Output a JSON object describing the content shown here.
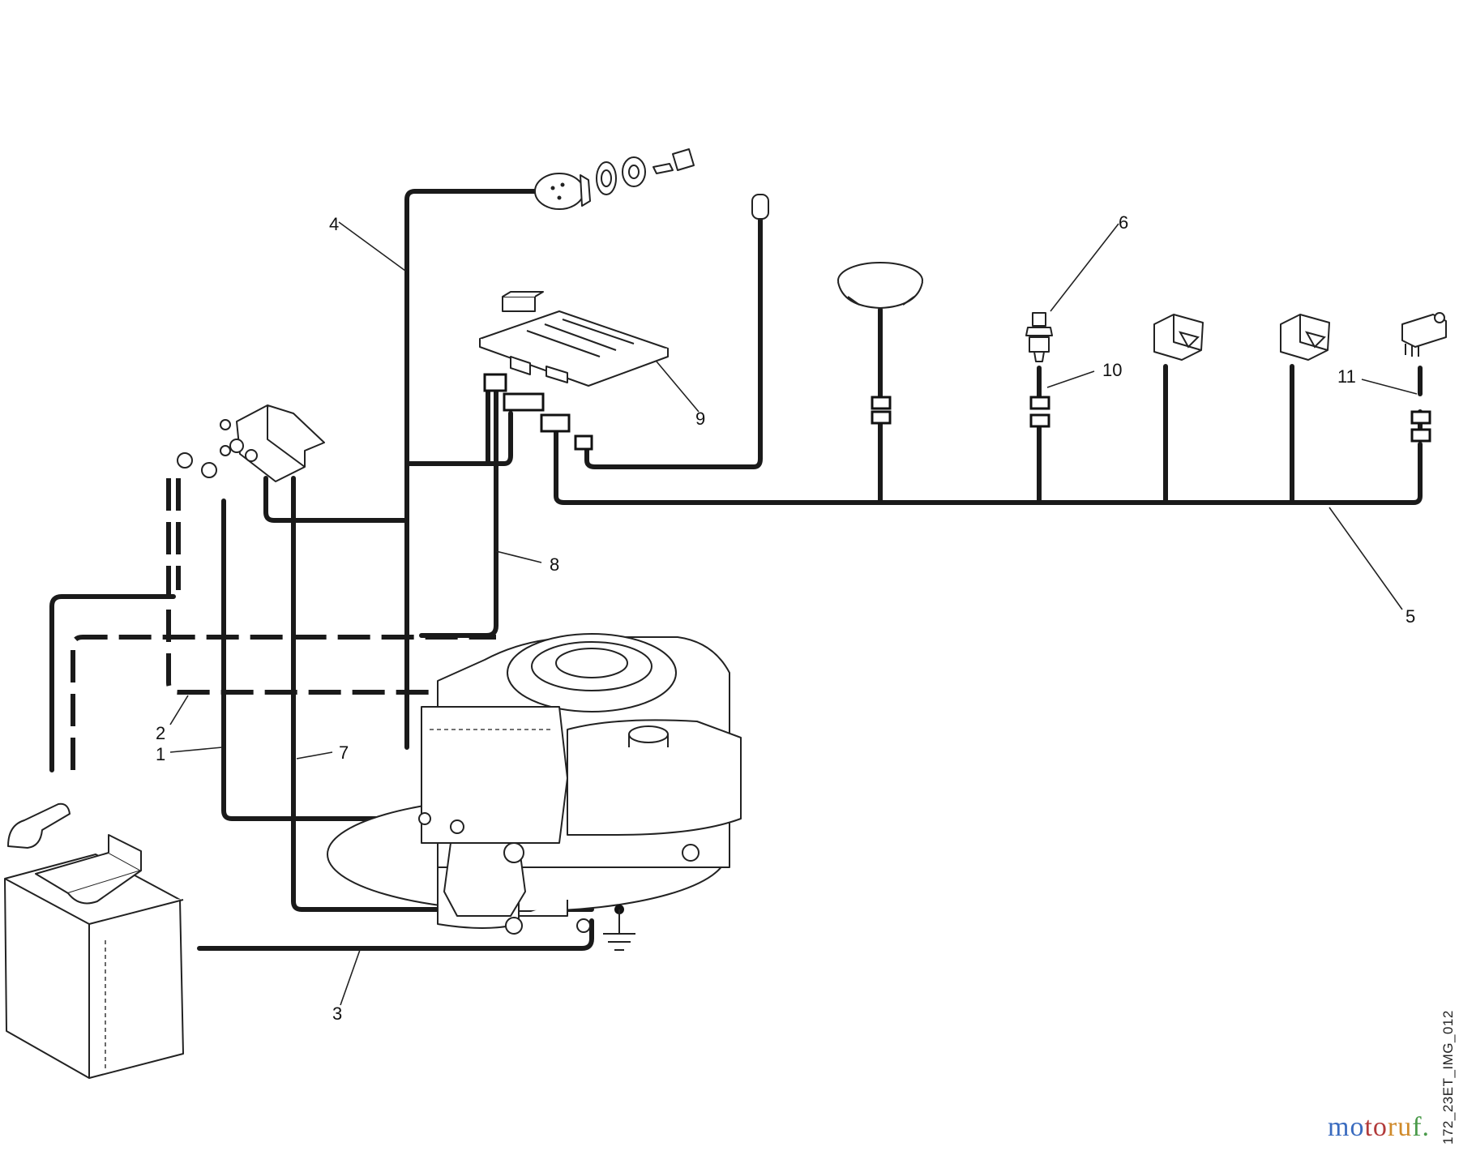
{
  "diagram": {
    "image_ref": "172_23ET_IMG_012",
    "callouts": [
      {
        "id": "1",
        "label": "1"
      },
      {
        "id": "2",
        "label": "2"
      },
      {
        "id": "3",
        "label": "3"
      },
      {
        "id": "4",
        "label": "4"
      },
      {
        "id": "5",
        "label": "5"
      },
      {
        "id": "6",
        "label": "6"
      },
      {
        "id": "7",
        "label": "7"
      },
      {
        "id": "8",
        "label": "8"
      },
      {
        "id": "9",
        "label": "9"
      },
      {
        "id": "10",
        "label": "10"
      },
      {
        "id": "11",
        "label": "11"
      }
    ]
  },
  "watermark": {
    "part1": "mo",
    "part2": "to",
    "part3": "ru",
    "part4": "f.",
    "colors": [
      "#3a6bbf",
      "#b23a3a",
      "#d08a2a",
      "#4a9a4a"
    ]
  }
}
